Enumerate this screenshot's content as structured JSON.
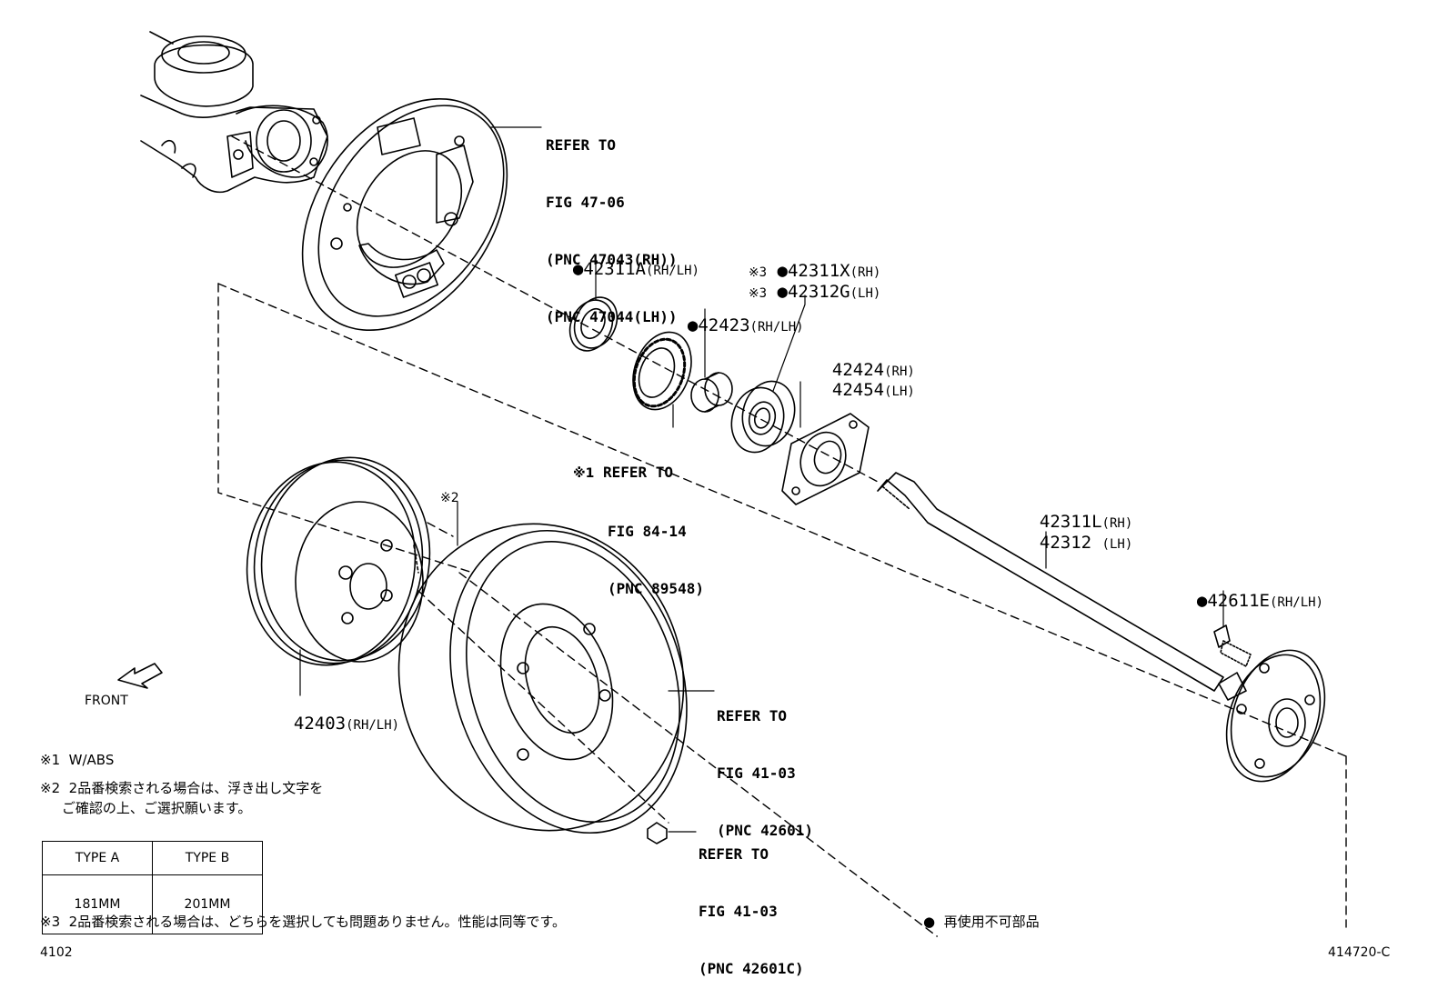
{
  "diagram": {
    "refs": {
      "fig4706": {
        "l1": "REFER TO",
        "l2": "FIG 47-06",
        "l3": "(PNC 47043(RH))",
        "l4": "(PNC 47044(LH))"
      },
      "fig8414": {
        "mark": "※1",
        "l1": "REFER TO",
        "l2": "FIG 84-14",
        "l3": "(PNC 89548)"
      },
      "fig4103a": {
        "l1": "REFER TO",
        "l2": "FIG 41-03",
        "l3": "(PNC 42601)"
      },
      "fig4103b": {
        "l1": "REFER TO",
        "l2": "FIG 41-03",
        "l3": "(PNC 42601C)"
      }
    },
    "parts": {
      "p42311A": {
        "dot": "●",
        "num": "42311A",
        "suffix": "(RH/LH)"
      },
      "p42423": {
        "dot": "●",
        "num": "42423",
        "suffix": "(RH/LH)"
      },
      "p42311X": {
        "mark": "※3",
        "dot": "●",
        "num": "42311X",
        "suffix": "(RH)"
      },
      "p42312G": {
        "mark": "※3",
        "dot": "●",
        "num": "42312G",
        "suffix": "(LH)"
      },
      "p42424": {
        "num": "42424",
        "suffix": "(RH)"
      },
      "p42454": {
        "num": "42454",
        "suffix": "(LH)"
      },
      "p42311L": {
        "num": "42311L",
        "suffix": "(RH)"
      },
      "p42312": {
        "num": "42312 ",
        "suffix": "(LH)"
      },
      "p42611E": {
        "dot": "●",
        "num": "42611E",
        "suffix": "(RH/LH)"
      },
      "p42403": {
        "num": "42403",
        "suffix": "(RH/LH)"
      }
    },
    "mark2": "※2",
    "front": "FRONT"
  },
  "notes": {
    "n1": "※1  W/ABS",
    "n2a": "※2  2品番検索される場合は、浮き出し文字を",
    "n2b": "     ご確認の上、ご選択願います。",
    "n3": "※3  2品番検索される場合は、どちらを選択しても問題ありません。性能は同等です。",
    "legend": "●  再使用不可部品"
  },
  "type_table": {
    "headers": [
      "TYPE A",
      "TYPE B"
    ],
    "values": [
      "181MM",
      "201MM"
    ]
  },
  "footer": {
    "left": "4102",
    "right": "414720-C"
  }
}
